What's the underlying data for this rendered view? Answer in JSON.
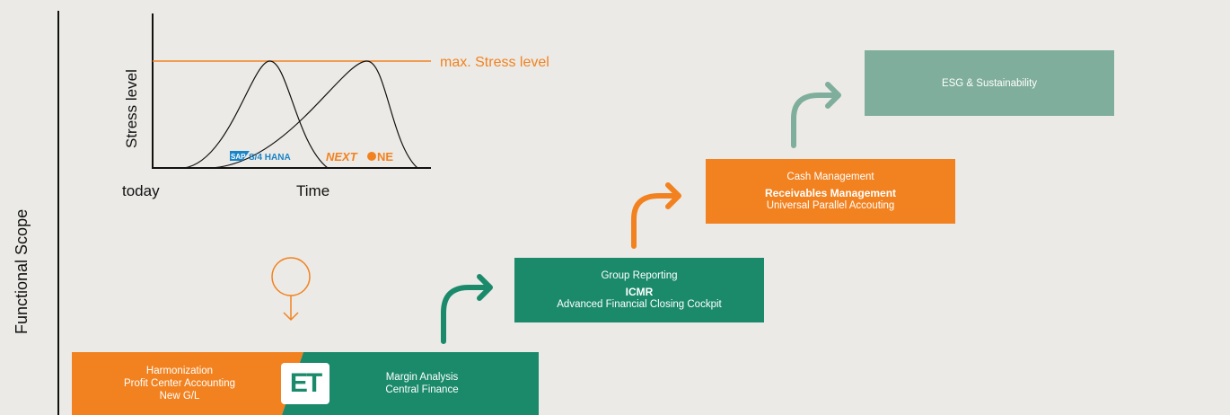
{
  "axis": {
    "label": "Functional Scope"
  },
  "stress_chart": {
    "ylabel": "Stress level",
    "xlabel": "Time",
    "x_start_label": "today",
    "max_line_label": "max. Stress level",
    "peak1_logo": {
      "prefix": "SAP",
      "text": "S/4 HANA"
    },
    "peak2_logo": {
      "text_a": "NEXT",
      "text_b": "NE"
    }
  },
  "steps": {
    "step1_left": {
      "lines": [
        "Harmonization",
        "Profit Center Accounting",
        "New G/L"
      ]
    },
    "step1_right": {
      "lines": [
        "Margin Analysis",
        "Central Finance"
      ]
    },
    "step1_logo": "ET",
    "step2": {
      "line1": "Group Reporting",
      "bold": "ICMR",
      "line3": "Advanced Financial Closing Cockpit"
    },
    "step3": {
      "line1": "Cash Management",
      "bold": "Receivables Management",
      "line3": "Universal Parallel Accouting"
    },
    "step4": {
      "line1": "ESG & Sustainability"
    }
  },
  "colors": {
    "orange": "#f28220",
    "green": "#1b8a6b",
    "light_green": "#7fae9c",
    "sap_blue": "#1a84c7"
  }
}
